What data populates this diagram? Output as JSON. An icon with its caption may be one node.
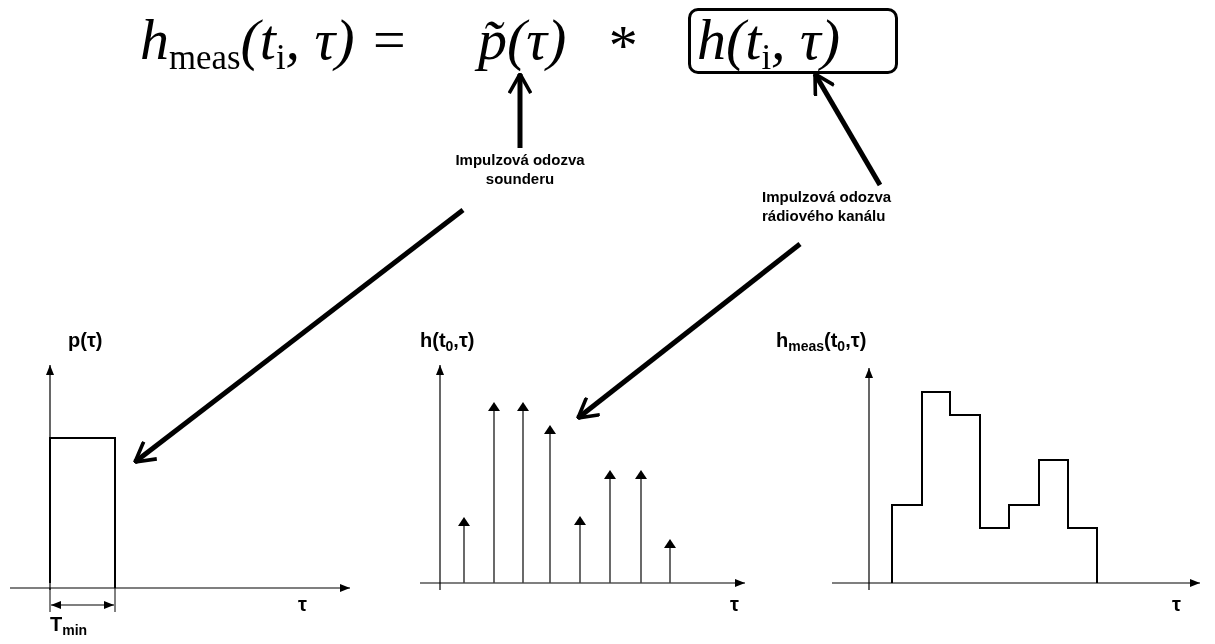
{
  "diagram": {
    "nodes": [
      {
        "text": [
          "p̃(τ)"
        ]
      },
      {
        "text": [
          "h(t$_{i}$, τ)"
        ]
      },
      {
        "text": [
          "Impulzová odozva sounderu"
        ]
      },
      {
        "text": [
          "Impulzová odozva rádiového kanálu"
        ]
      },
      {
        "text": [
          "p(τ)"
        ]
      },
      {
        "text": [
          "h(t$_{0}$,τ)"
        ]
      },
      {
        "text": [
          "h$_{meas}$(t$_{0}$,τ)"
        ]
      }
    ],
    "edges": [
      {
        "from": 2,
        "to": 0,
        "arrow": "to"
      },
      {
        "from": 3,
        "to": 1,
        "arrow": "to"
      },
      {
        "from": 2,
        "to": 4,
        "arrow": "to"
      },
      {
        "from": 3,
        "to": 5,
        "arrow": "to"
      }
    ],
    "labels": [
      "h$_{meas}$(t$_{i}$, τ) =",
      "*",
      "τ",
      "τ",
      "τ",
      "T$_{min}$"
    ]
  }
}
